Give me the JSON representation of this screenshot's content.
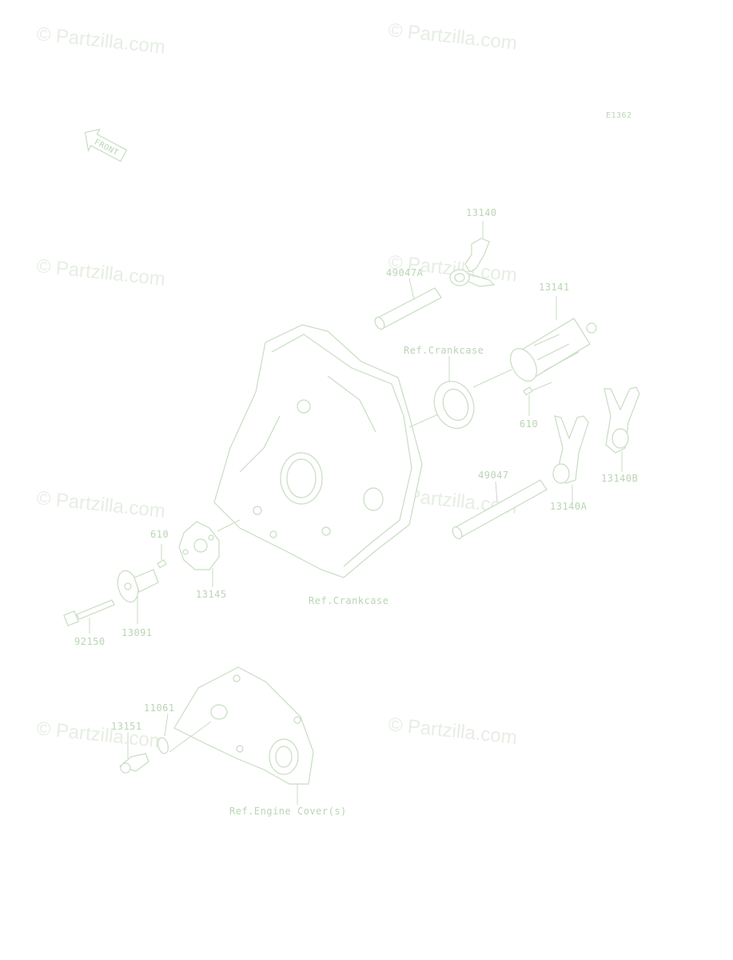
{
  "watermark": "© Partzilla.com",
  "diagram_code": "E1362",
  "front_label": "FRONT",
  "part_labels": {
    "p13140": "13140",
    "p49047A": "49047A",
    "p13141": "13141",
    "ref_crankcase_top": "Ref.Crankcase",
    "p610_right": "610",
    "p49047": "49047",
    "p13140B": "13140B",
    "p13140A": "13140A",
    "p610_left": "610",
    "p13145": "13145",
    "ref_crankcase_bottom": "Ref.Crankcase",
    "p92150": "92150",
    "p13091": "13091",
    "p11061": "11061",
    "p13151": "13151",
    "ref_engine_cover": "Ref.Engine Cover(s)"
  },
  "colors": {
    "line_art": "#c7ddc2",
    "label_text": "#b9d6b3",
    "watermark": "#e6eee4"
  }
}
